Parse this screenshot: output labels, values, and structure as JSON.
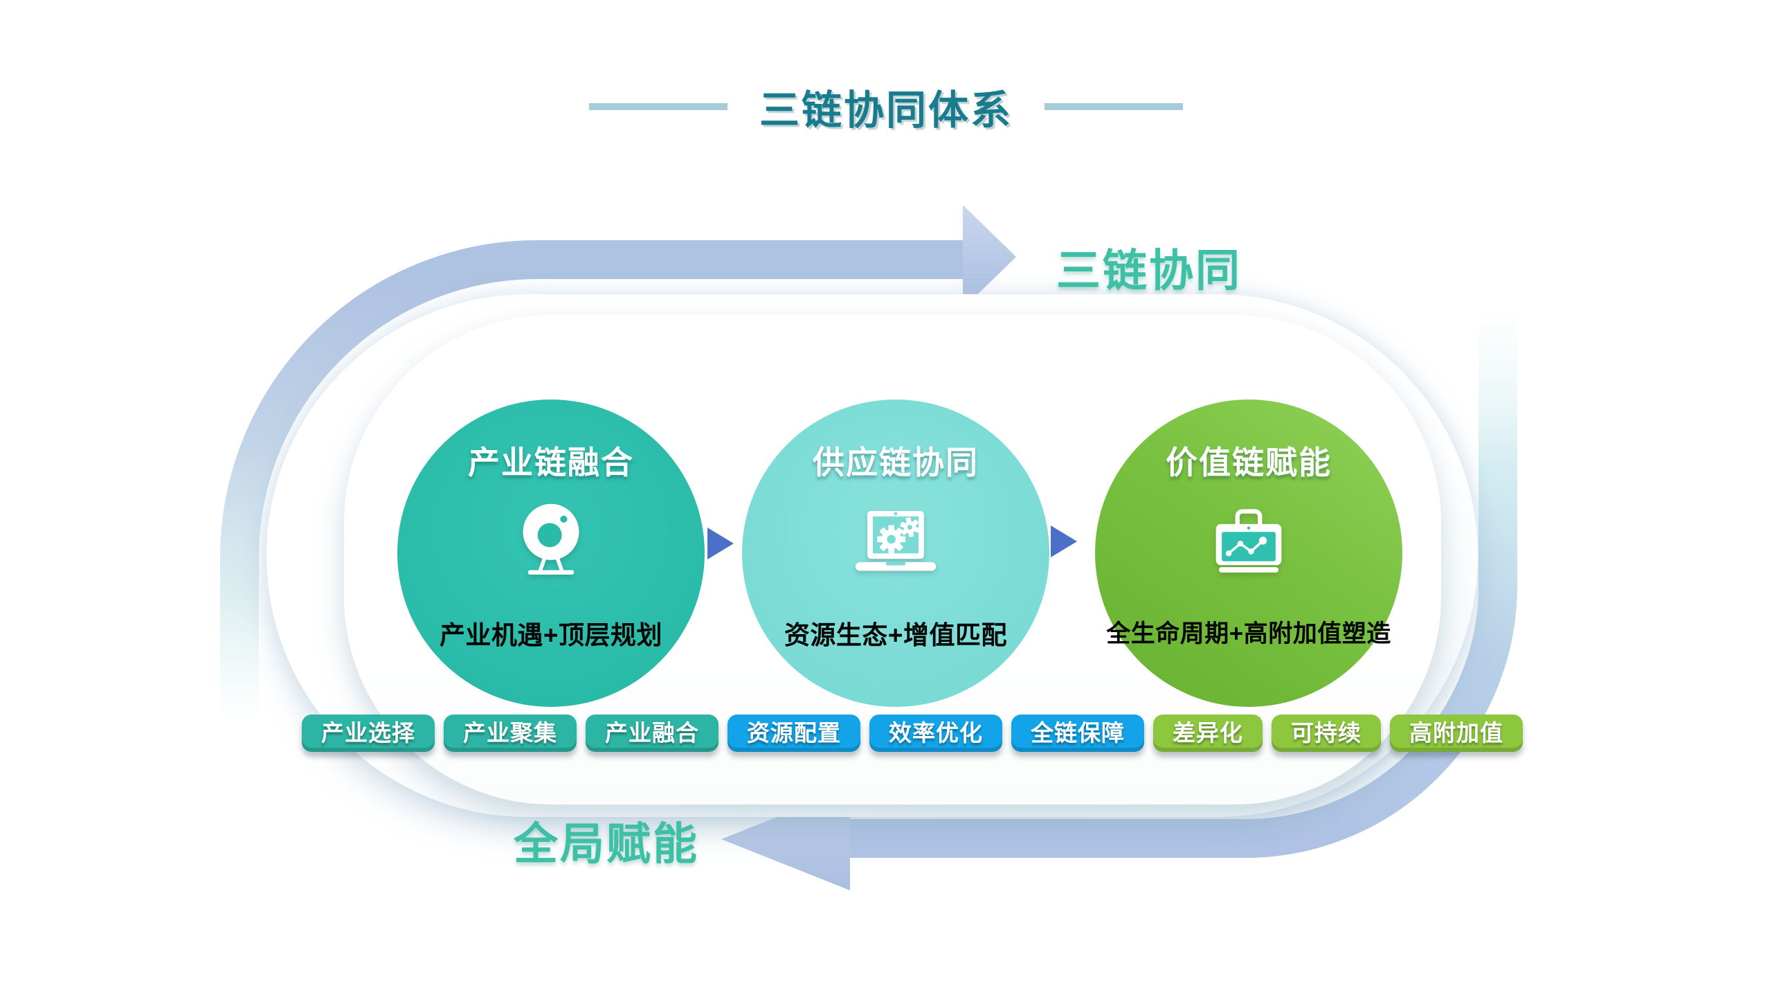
{
  "header": {
    "title": "三链协同体系"
  },
  "flow_labels": {
    "top": "三链协同",
    "bottom": "全局赋能"
  },
  "circles": [
    {
      "title": "产业链融合",
      "subtitle": "产业机遇+顶层规划",
      "icon": "webcam-icon"
    },
    {
      "title": "供应链协同",
      "subtitle": "资源生态+增值匹配",
      "icon": "laptop-gears-icon"
    },
    {
      "title": "价值链赋能",
      "subtitle": "全生命周期+高附加值塑造",
      "icon": "briefcase-chart-icon"
    }
  ],
  "tags": [
    {
      "label": "产业选择",
      "group": "industry"
    },
    {
      "label": "产业聚集",
      "group": "industry"
    },
    {
      "label": "产业融合",
      "group": "industry"
    },
    {
      "label": "资源配置",
      "group": "supply"
    },
    {
      "label": "效率优化",
      "group": "supply"
    },
    {
      "label": "全链保障",
      "group": "supply"
    },
    {
      "label": "差异化",
      "group": "value"
    },
    {
      "label": "可持续",
      "group": "value"
    },
    {
      "label": "高附加值",
      "group": "value"
    }
  ],
  "colors": {
    "title_text": "#187c8e",
    "flow_label": "#3ec0a6",
    "circle1": "#2abaa8",
    "circle2": "#7adad4",
    "circle3_start": "#90d159",
    "circle3_end": "#68b030",
    "briefcase_screen": "#2fc0b0",
    "tag_industry": "#2cb4a4",
    "tag_supply": "#12a3e8",
    "tag_value": "#8cc73e",
    "connector_arrow": "#4a70c8",
    "band_blue": "#aec2e2",
    "band_teal": "#c8e8ee"
  }
}
